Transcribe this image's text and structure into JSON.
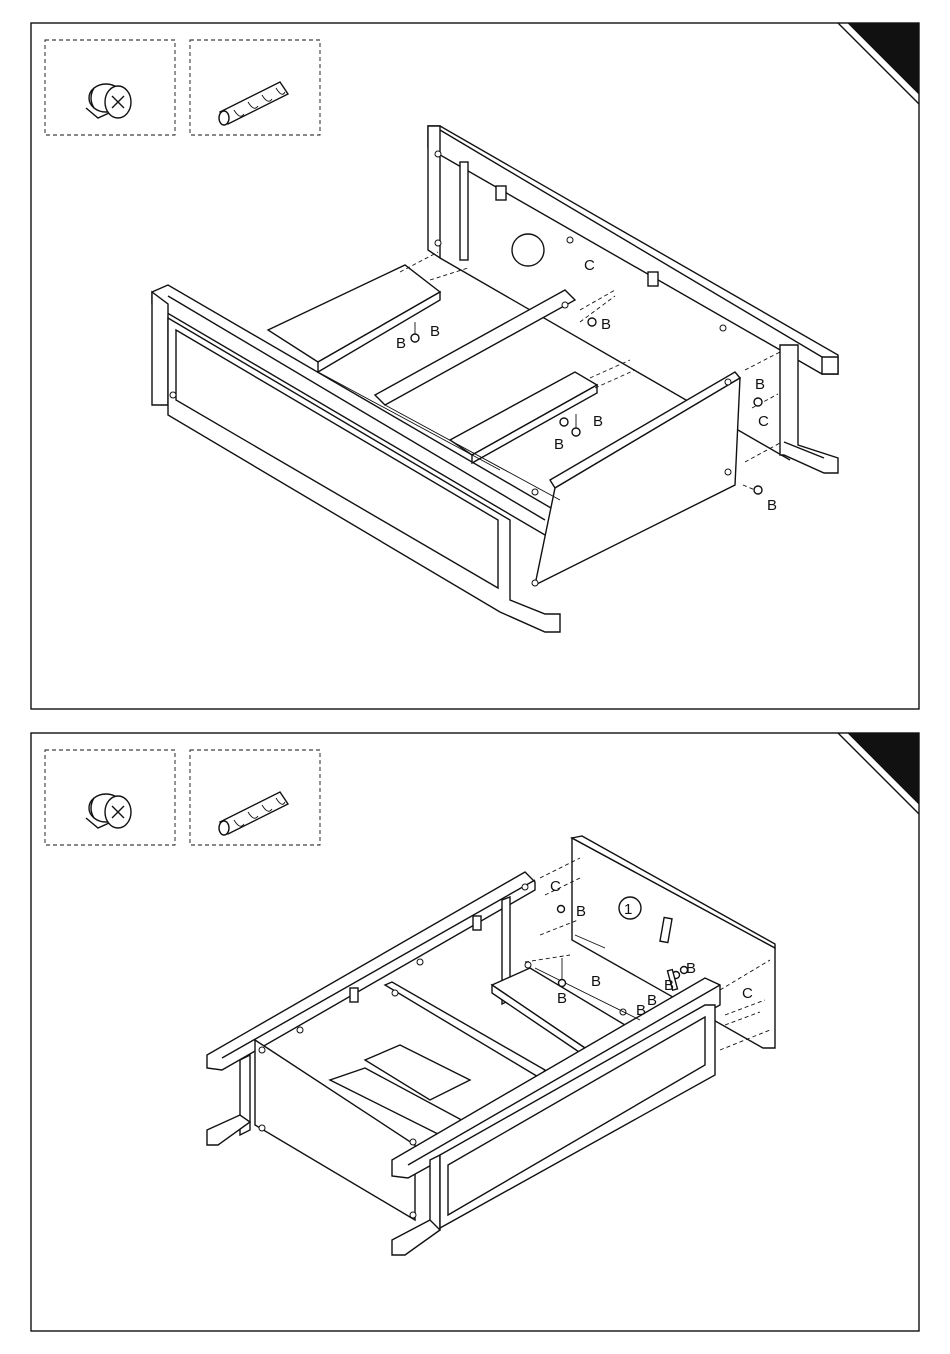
{
  "parts": {
    "cam_lock_icon": "cam-lock-icon",
    "dowel_icon": "wooden-dowel-icon"
  },
  "step1": {
    "labels": {
      "c_top": "C",
      "b_left1": "B",
      "b_left2": "B",
      "b_mid": "B",
      "b_right_top": "B",
      "c_right": "C",
      "b_lower1": "B",
      "b_lower2": "B",
      "b_bottom": "B"
    }
  },
  "step2": {
    "step_circle": "1",
    "labels": {
      "c_top": "C",
      "b_top": "B",
      "b_handle": "B",
      "b_shelf": "B",
      "b_shelf2": "B",
      "b_low1": "B",
      "b_low2": "B",
      "b_low3": "B",
      "c_right": "C"
    }
  },
  "colors": {
    "line": "#111111",
    "corner": "#111111",
    "background": "#ffffff"
  }
}
